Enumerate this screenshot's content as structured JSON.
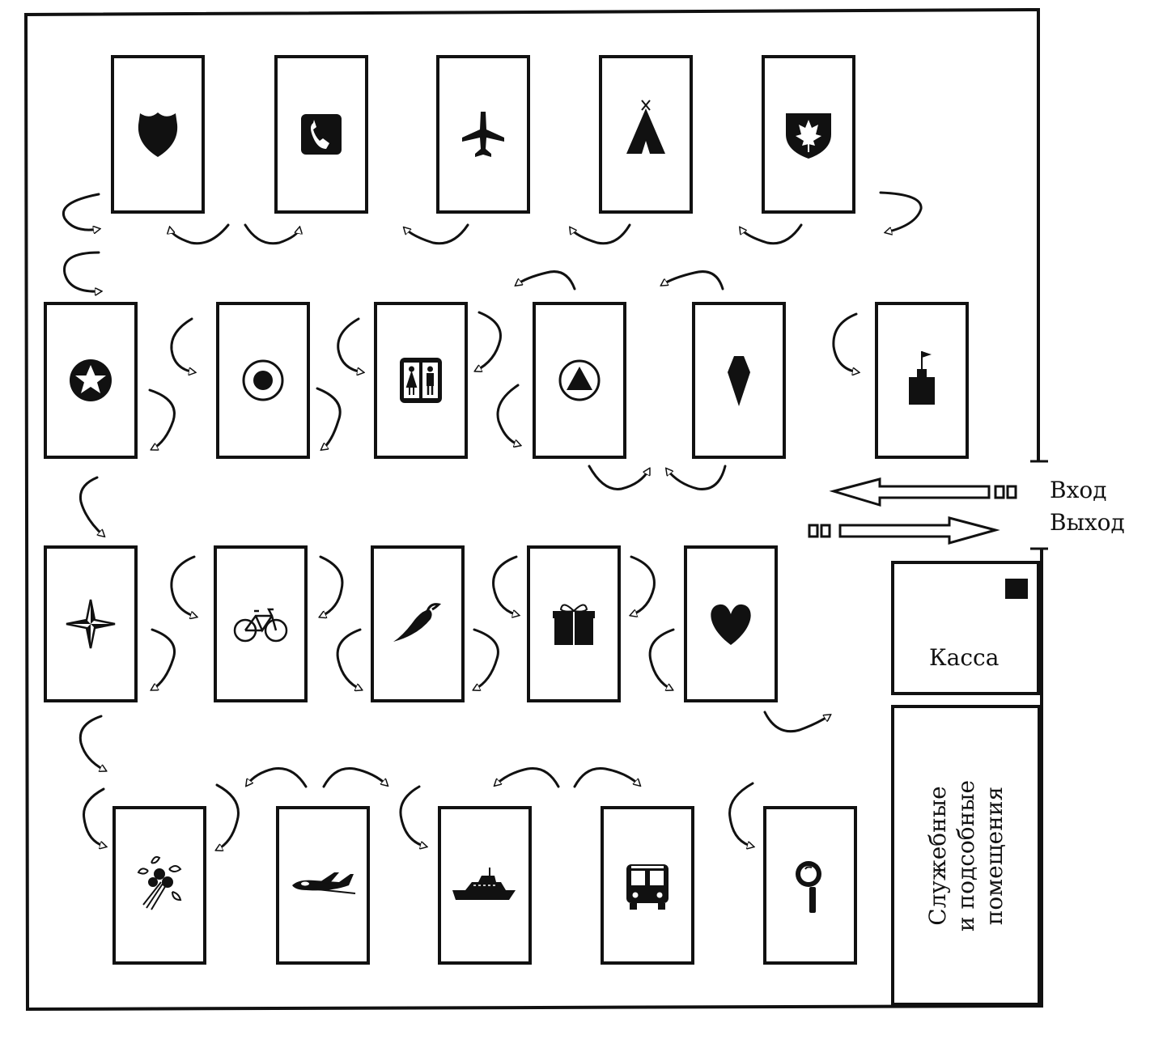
{
  "labels": {
    "entrance": "Вход",
    "exit": "Выход",
    "cashier": "Касса",
    "service_line1": "Служебные",
    "service_line2": "и подсобные",
    "service_line3": "помещения"
  },
  "stands": [
    {
      "row": 1,
      "icon": "police-shield-icon"
    },
    {
      "row": 1,
      "icon": "telephone-icon"
    },
    {
      "row": 1,
      "icon": "airplane-icon"
    },
    {
      "row": 1,
      "icon": "tent-icon"
    },
    {
      "row": 1,
      "icon": "maple-leaf-shield-icon"
    },
    {
      "row": 2,
      "icon": "star-circle-icon"
    },
    {
      "row": 2,
      "icon": "target-dot-icon"
    },
    {
      "row": 2,
      "icon": "restroom-icon"
    },
    {
      "row": 2,
      "icon": "triangle-circle-icon"
    },
    {
      "row": 2,
      "icon": "pin-marker-icon"
    },
    {
      "row": 2,
      "icon": "castle-flag-icon"
    },
    {
      "row": 3,
      "icon": "compass-star-icon"
    },
    {
      "row": 3,
      "icon": "bicycle-icon"
    },
    {
      "row": 3,
      "icon": "chili-pepper-icon"
    },
    {
      "row": 3,
      "icon": "gift-box-icon"
    },
    {
      "row": 3,
      "icon": "heart-icon"
    },
    {
      "row": 4,
      "icon": "flower-bouquet-icon"
    },
    {
      "row": 4,
      "icon": "small-plane-icon"
    },
    {
      "row": 4,
      "icon": "ship-icon"
    },
    {
      "row": 4,
      "icon": "bus-icon"
    },
    {
      "row": 4,
      "icon": "magnifier-icon"
    }
  ],
  "colors": {
    "line": "#111111",
    "background": "#ffffff"
  }
}
